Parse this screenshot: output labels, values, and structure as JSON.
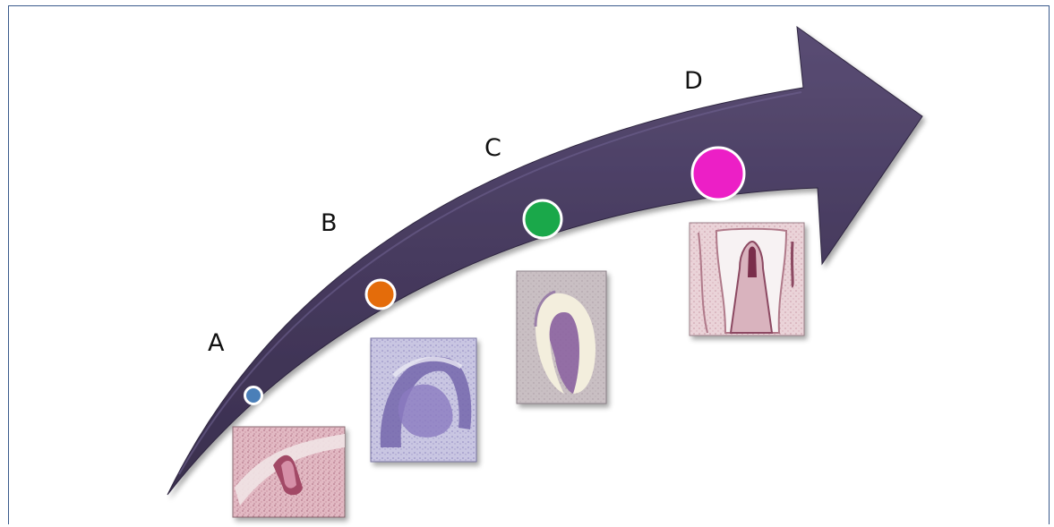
{
  "stages": [
    {
      "label": "A",
      "marker_color": "#4a7fb8",
      "image": "bud-stage-histology"
    },
    {
      "label": "B",
      "marker_color": "#e46c0a",
      "image": "cap-stage-histology"
    },
    {
      "label": "C",
      "marker_color": "#1aa84a",
      "image": "bell-stage-histology"
    },
    {
      "label": "D",
      "marker_color": "#ec1fc6",
      "image": "crown-root-stage-histology"
    }
  ],
  "arrow_color": "#463a5e"
}
